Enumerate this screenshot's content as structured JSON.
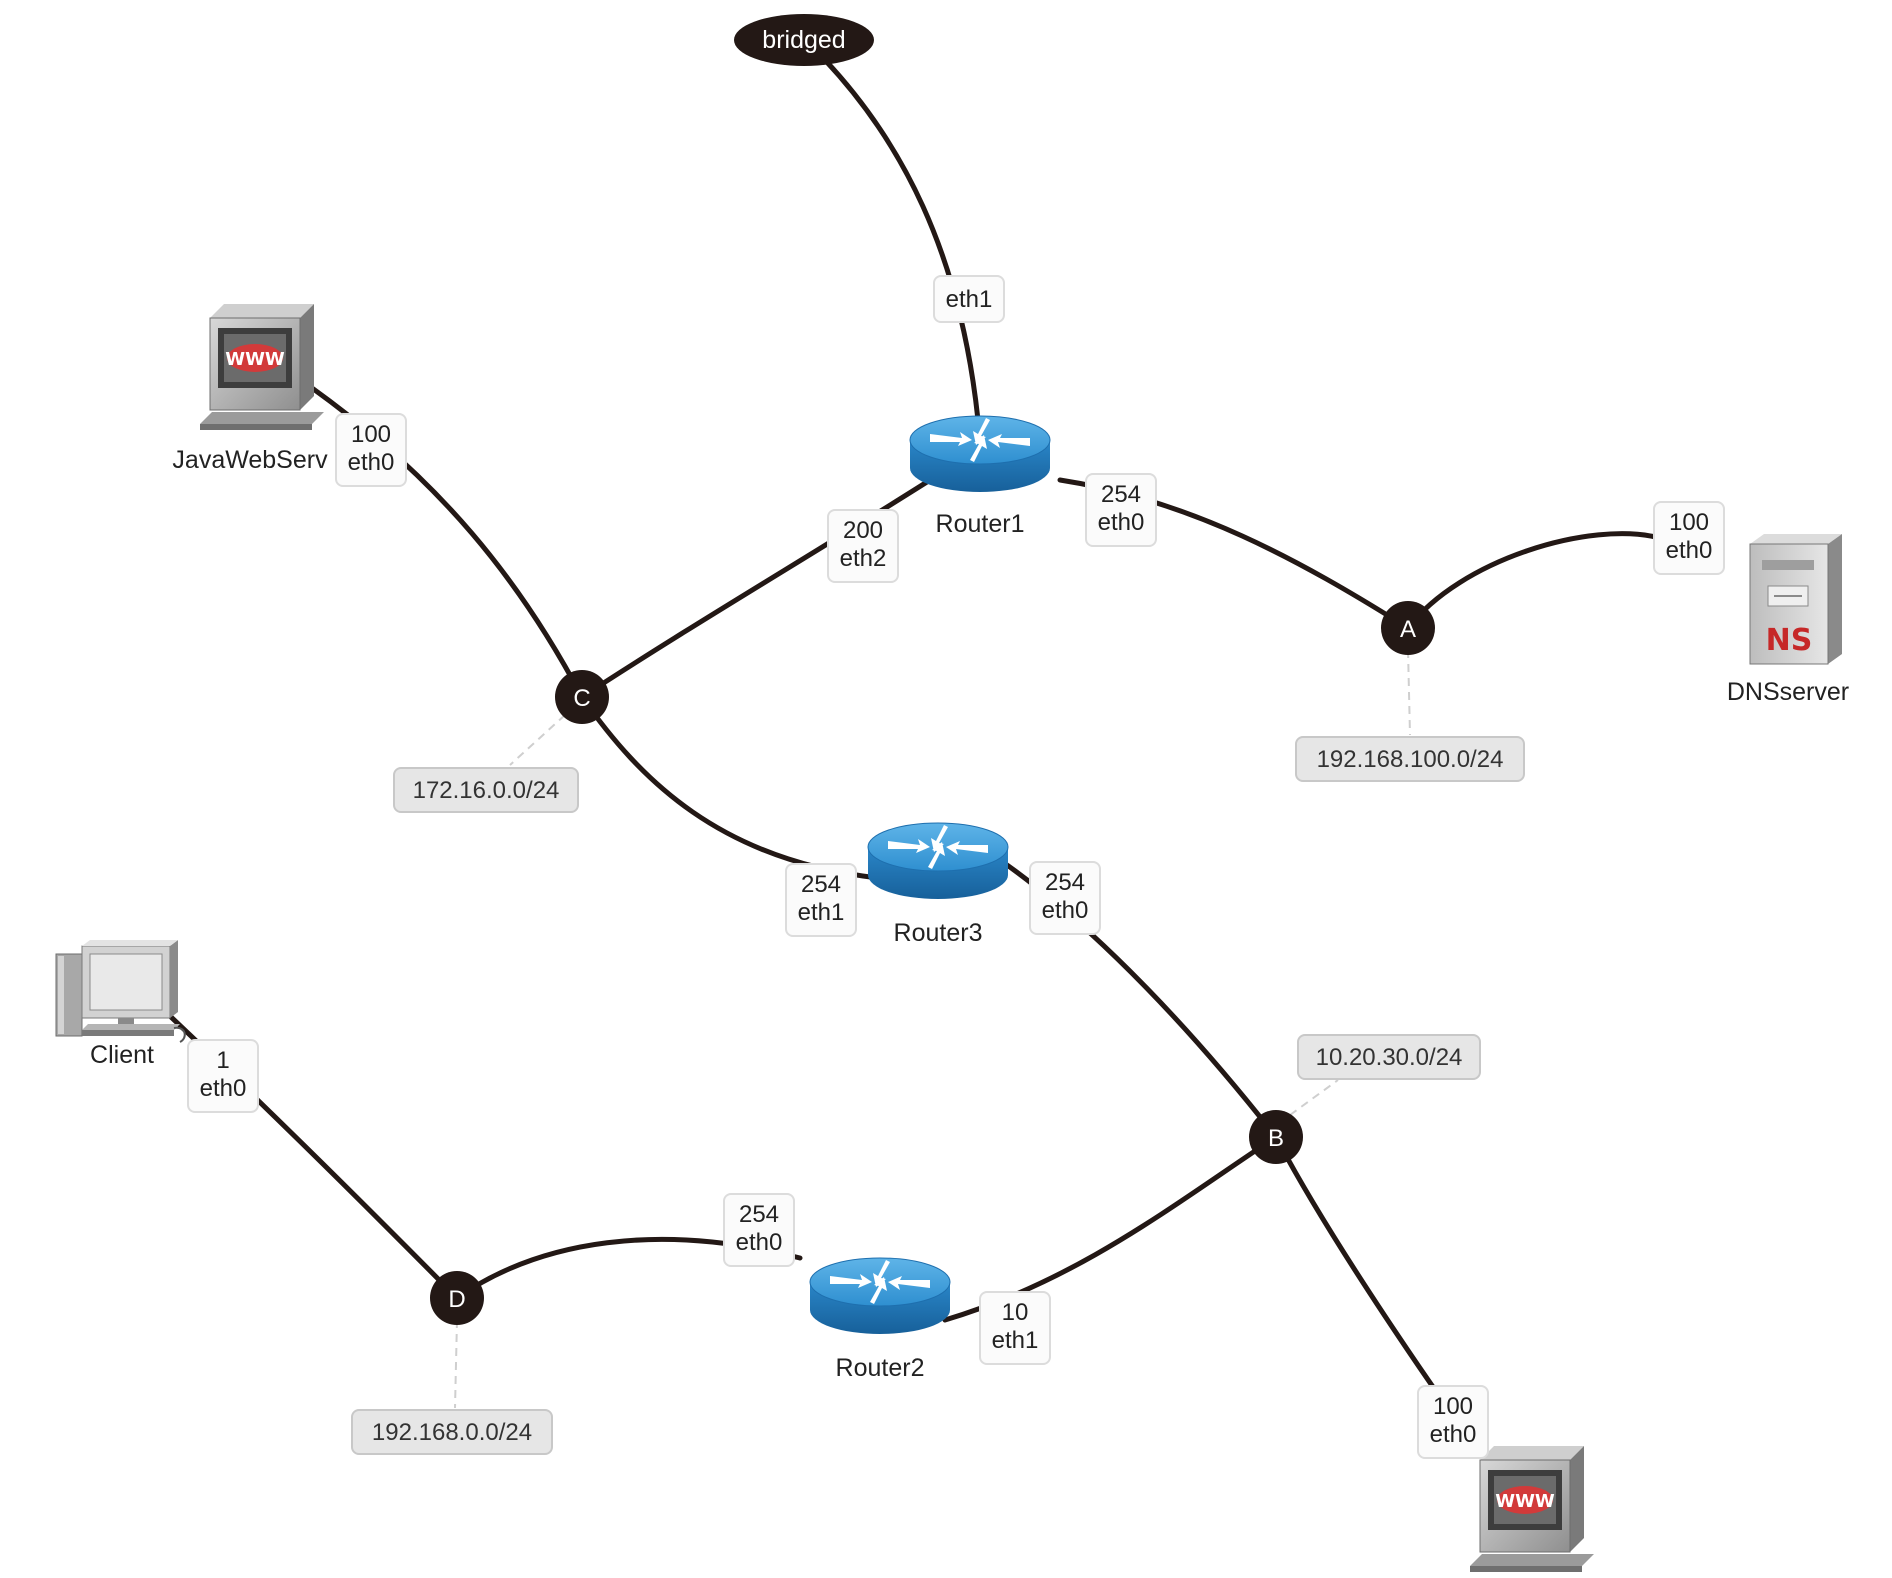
{
  "cloud": {
    "label": "bridged"
  },
  "routers": {
    "r1": {
      "label": "Router1"
    },
    "r2": {
      "label": "Router2"
    },
    "r3": {
      "label": "Router3"
    }
  },
  "hosts": {
    "java": {
      "label": "JavaWebServ",
      "icon": "www-server-icon"
    },
    "dns": {
      "label": "DNSserver",
      "icon": "ns-server-icon",
      "badge": "NS"
    },
    "client": {
      "label": "Client",
      "icon": "desktop-computer-icon"
    },
    "www2": {
      "label": "",
      "icon": "www-server-icon"
    }
  },
  "hubs": {
    "a": "A",
    "b": "B",
    "c": "C",
    "d": "D"
  },
  "networks": {
    "a": "192.168.100.0/24",
    "b": "10.20.30.0/24",
    "c": "172.16.0.0/24",
    "d": "192.168.0.0/24"
  },
  "interfaces": {
    "r1_eth1": {
      "addr": "",
      "name": "eth1"
    },
    "java_eth0": {
      "addr": "100",
      "name": "eth0"
    },
    "r1_eth2": {
      "addr": "200",
      "name": "eth2"
    },
    "r1_eth0": {
      "addr": "254",
      "name": "eth0"
    },
    "dns_eth0": {
      "addr": "100",
      "name": "eth0"
    },
    "r3_eth1": {
      "addr": "254",
      "name": "eth1"
    },
    "r3_eth0": {
      "addr": "254",
      "name": "eth0"
    },
    "client_eth0": {
      "addr": "1",
      "name": "eth0"
    },
    "r2_eth0": {
      "addr": "254",
      "name": "eth0"
    },
    "r2_eth1": {
      "addr": "10",
      "name": "eth1"
    },
    "www2_eth0": {
      "addr": "100",
      "name": "eth0"
    }
  },
  "colors": {
    "link": "#231815",
    "hub": "#231815",
    "router_top": "#3a9ad9",
    "router_side": "#1e6fae",
    "badge_red": "#c62828"
  }
}
